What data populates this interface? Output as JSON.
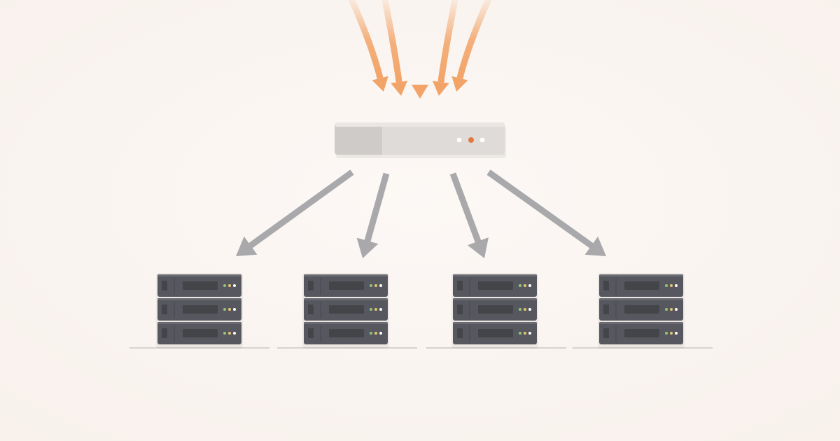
{
  "diagram": {
    "kind": "load-balancer",
    "incoming_request_count": 5,
    "backend_server_count": 4,
    "units_per_server": 3,
    "colors": {
      "background": "#fbf6f3",
      "incoming_arrow": "#f2a468",
      "outgoing_arrow": "#a9a9ac",
      "balancer_body": "#dedbd9",
      "balancer_side": "#cfcbc8",
      "balancer_led_active": "#e27a3f",
      "balancer_led_idle": "#ffffff",
      "server_body": "#57585f",
      "server_panel": "#444549",
      "server_led_green": "#93c47a",
      "server_led_amber": "#e8c36a",
      "floor_line": "#d9d3cf"
    }
  }
}
